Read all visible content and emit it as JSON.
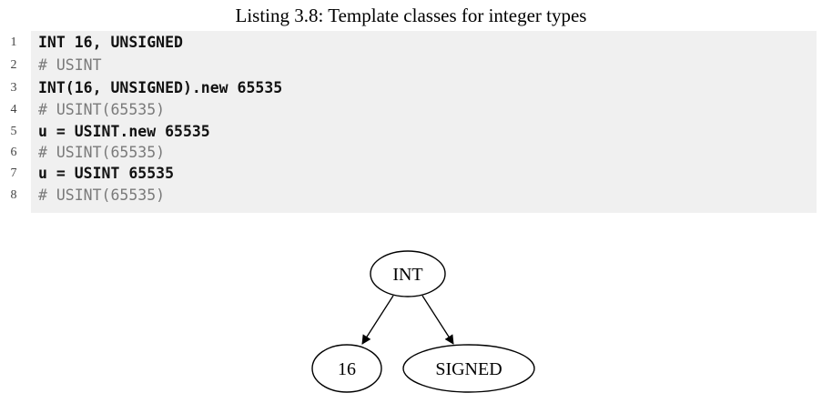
{
  "caption": "Listing 3.8: Template classes for integer types",
  "listing": {
    "lines": [
      {
        "no": "1",
        "text": "INT 16, UNSIGNED",
        "kind": "stmt"
      },
      {
        "no": "2",
        "text": "# USINT",
        "kind": "comment"
      },
      {
        "no": "3",
        "text": "INT(16, UNSIGNED).new 65535",
        "kind": "stmt"
      },
      {
        "no": "4",
        "text": "# USINT(65535)",
        "kind": "comment"
      },
      {
        "no": "5",
        "text": "u = USINT.new 65535",
        "kind": "stmt"
      },
      {
        "no": "6",
        "text": "# USINT(65535)",
        "kind": "comment"
      },
      {
        "no": "7",
        "text": "u = USINT 65535",
        "kind": "stmt"
      },
      {
        "no": "8",
        "text": "# USINT(65535)",
        "kind": "comment"
      }
    ]
  },
  "diagram": {
    "nodes": {
      "root": "INT",
      "left": "16",
      "right": "SIGNED"
    }
  }
}
